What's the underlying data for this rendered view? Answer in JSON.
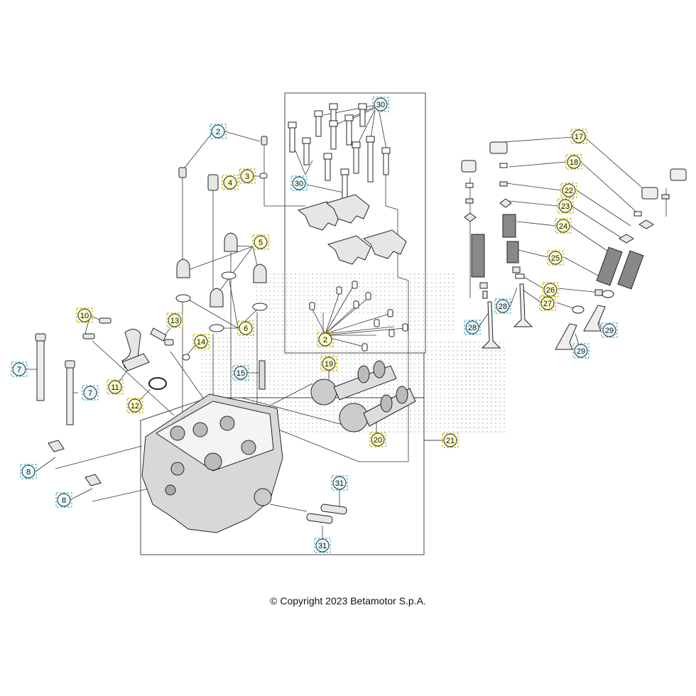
{
  "copyright": "© Copyright 2023 Betamotor S.p.A.",
  "callout_colors": {
    "yellow_fill": "#fefbc4",
    "yellow_stroke": "#c8b800",
    "cyan_fill": "#e6f8fc",
    "cyan_stroke": "#45b9d9"
  },
  "callouts": [
    {
      "n": "2",
      "style": "cyan"
    },
    {
      "n": "3",
      "style": "yellow"
    },
    {
      "n": "4",
      "style": "yellow"
    },
    {
      "n": "5",
      "style": "yellow"
    },
    {
      "n": "6",
      "style": "yellow"
    },
    {
      "n": "7",
      "style": "cyan"
    },
    {
      "n": "7",
      "style": "cyan"
    },
    {
      "n": "8",
      "style": "cyan"
    },
    {
      "n": "8",
      "style": "cyan"
    },
    {
      "n": "10",
      "style": "yellow"
    },
    {
      "n": "11",
      "style": "yellow"
    },
    {
      "n": "12",
      "style": "yellow"
    },
    {
      "n": "13",
      "style": "yellow"
    },
    {
      "n": "14",
      "style": "yellow"
    },
    {
      "n": "15",
      "style": "cyan"
    },
    {
      "n": "19",
      "style": "yellow"
    },
    {
      "n": "20",
      "style": "yellow"
    },
    {
      "n": "21",
      "style": "yellow"
    },
    {
      "n": "30",
      "style": "cyan"
    },
    {
      "n": "30",
      "style": "cyan"
    },
    {
      "n": "2",
      "style": "yellow"
    },
    {
      "n": "31",
      "style": "cyan"
    },
    {
      "n": "31",
      "style": "cyan"
    },
    {
      "n": "17",
      "style": "yellow"
    },
    {
      "n": "18",
      "style": "yellow"
    },
    {
      "n": "22",
      "style": "yellow"
    },
    {
      "n": "23",
      "style": "yellow"
    },
    {
      "n": "24",
      "style": "yellow"
    },
    {
      "n": "25",
      "style": "yellow"
    },
    {
      "n": "26",
      "style": "yellow"
    },
    {
      "n": "27",
      "style": "yellow"
    },
    {
      "n": "28",
      "style": "cyan"
    },
    {
      "n": "28",
      "style": "cyan"
    },
    {
      "n": "29",
      "style": "cyan"
    },
    {
      "n": "29",
      "style": "cyan"
    }
  ]
}
